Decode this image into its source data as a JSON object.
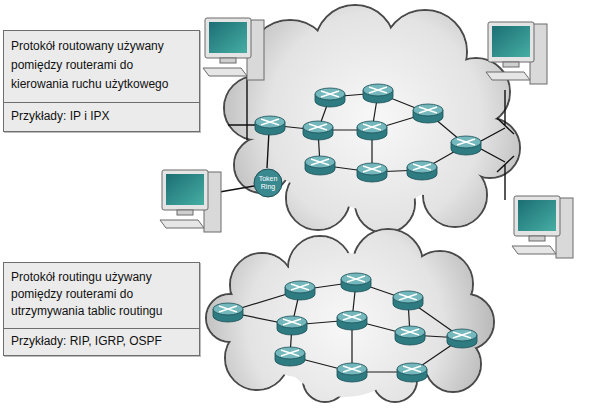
{
  "diagram": {
    "nodes": [
      {
        "text": [
          "Protokół routowany używany pomiędzy routerami do kierowania ruchu użytkowego",
          "Przykłady: IP i IPX"
        ]
      },
      {
        "text": [
          "Token Ring"
        ]
      },
      {
        "text": [
          "Protokół routingu używany pomiędzy routerami do utrzymywania tablic routingu",
          "Przykłady: RIP, IGRP, OSPF"
        ]
      }
    ]
  }
}
